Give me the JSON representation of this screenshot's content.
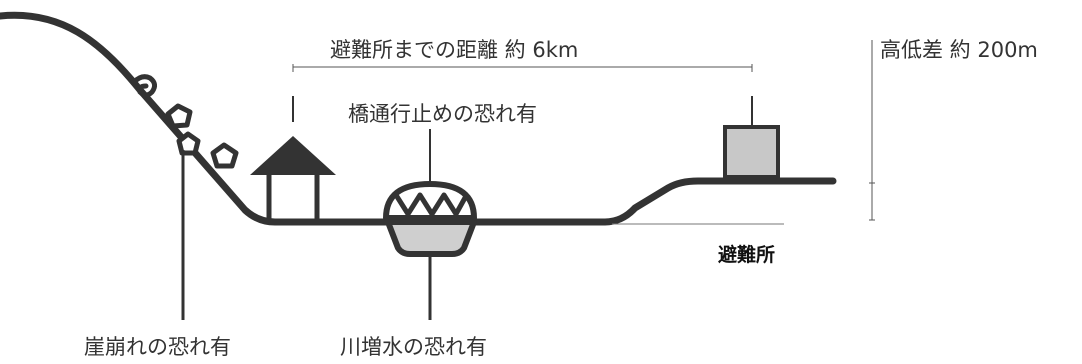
{
  "labels": {
    "distance": "避難所までの距離 約 6km",
    "elevation": "高低差 約 200m",
    "bridge_risk": "橋通行止めの恐れ有",
    "shelter": "避難所",
    "landslide_risk": "崖崩れの恐れ有",
    "flood_risk": "川増水の恐れ有"
  },
  "colors": {
    "line": "#333333",
    "shelter_fill": "#c8c8c8",
    "water": "#cfcfcf"
  }
}
